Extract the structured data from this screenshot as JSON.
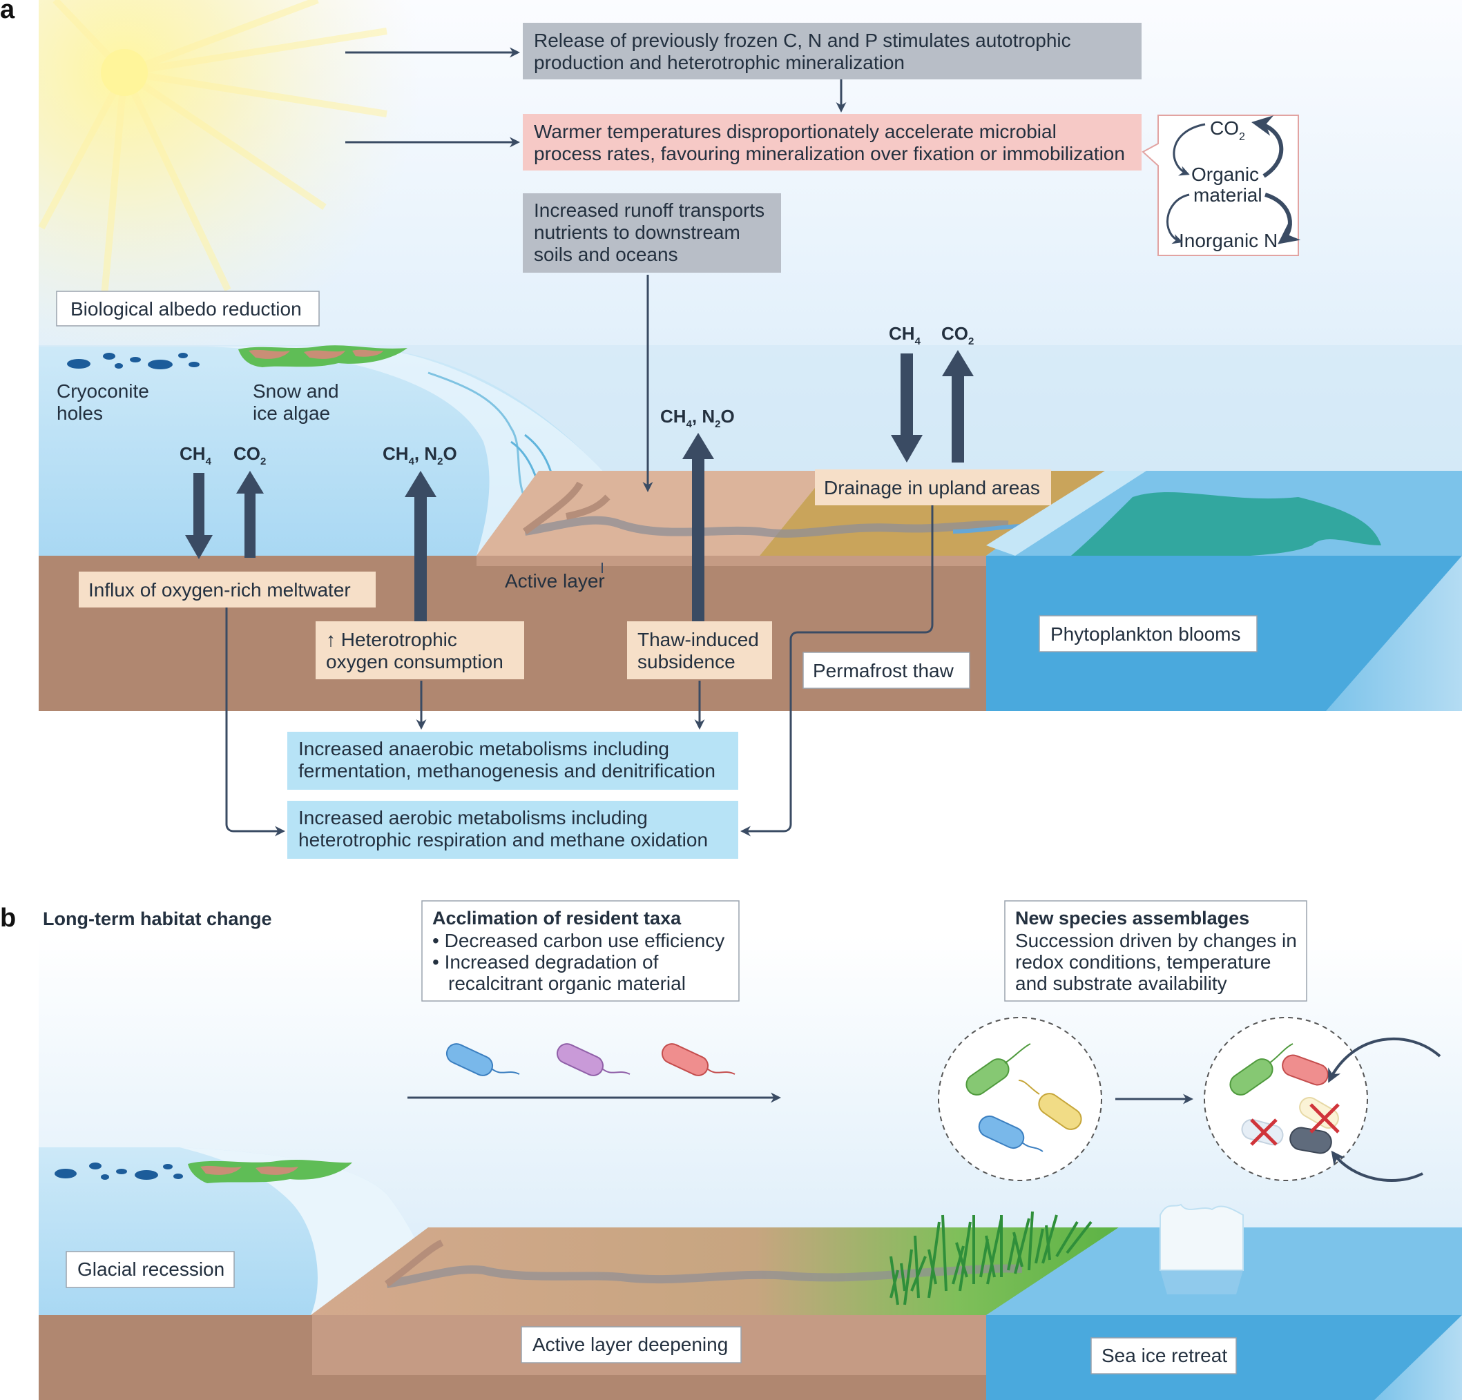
{
  "panel_a": {
    "label": "a",
    "release_box": [
      "Release of previously frozen C, N and P stimulates autotrophic",
      "production and heterotrophic mineralization"
    ],
    "warmer_box": [
      "Warmer temperatures disproportionately accelerate microbial",
      "process rates, favouring mineralization over fixation or immobilization"
    ],
    "cycle": {
      "co2": "CO",
      "co2_sub": "2",
      "organic": [
        "Organic",
        "material"
      ],
      "inorganic": "Inorganic N"
    },
    "runoff_box": [
      "Increased runoff transports",
      "nutrients to downstream",
      "soils and oceans"
    ],
    "albedo": "Biological albedo reduction",
    "cryoconite": [
      "Cryoconite",
      "holes"
    ],
    "algae": [
      "Snow and",
      "ice algae"
    ],
    "gases": {
      "ch4": "CH",
      "ch4_sub": "4",
      "co2": "CO",
      "co2_sub": "2",
      "ch4_n2o": "CH",
      "ch4_n2o_sub1": "4",
      "ch4_n2o_mid": ", N",
      "ch4_n2o_sub2": "2",
      "ch4_n2o_end": "O"
    },
    "active_layer": "Active layer",
    "drainage": "Drainage in upland areas",
    "influx": "Influx of oxygen-rich meltwater",
    "hetero": [
      "↑ Heterotrophic",
      "oxygen consumption"
    ],
    "thaw": [
      "Thaw-induced",
      "subsidence"
    ],
    "permafrost": "Permafrost thaw",
    "phyto": "Phytoplankton blooms",
    "anaerobic": [
      "Increased anaerobic metabolisms including",
      "fermentation, methanogenesis and denitrification"
    ],
    "aerobic": [
      "Increased aerobic metabolisms including",
      "heterotrophic respiration and methane oxidation"
    ]
  },
  "panel_b": {
    "label": "b",
    "title": "Long-term habitat change",
    "acclimation": {
      "title": "Acclimation of resident taxa",
      "bullets": [
        "Decreased carbon use efficiency",
        "Increased degradation of",
        "recalcitrant organic material"
      ]
    },
    "assemblages": {
      "title": "New species assemblages",
      "lines": [
        "Succession driven by changes in",
        "redox conditions, temperature",
        "and substrate availability"
      ]
    },
    "glacial": "Glacial recession",
    "deepening": "Active layer deepening",
    "seaice": "Sea ice retreat"
  },
  "colors": {
    "grey_box": "#b8bec7",
    "pink_box": "#f6c9c6",
    "blue_box": "#b7e3f6",
    "peach_box": "#f6dfc8",
    "soil": "#b08770",
    "sea": "#4aa9dd",
    "arrow": "#3a4b63"
  }
}
